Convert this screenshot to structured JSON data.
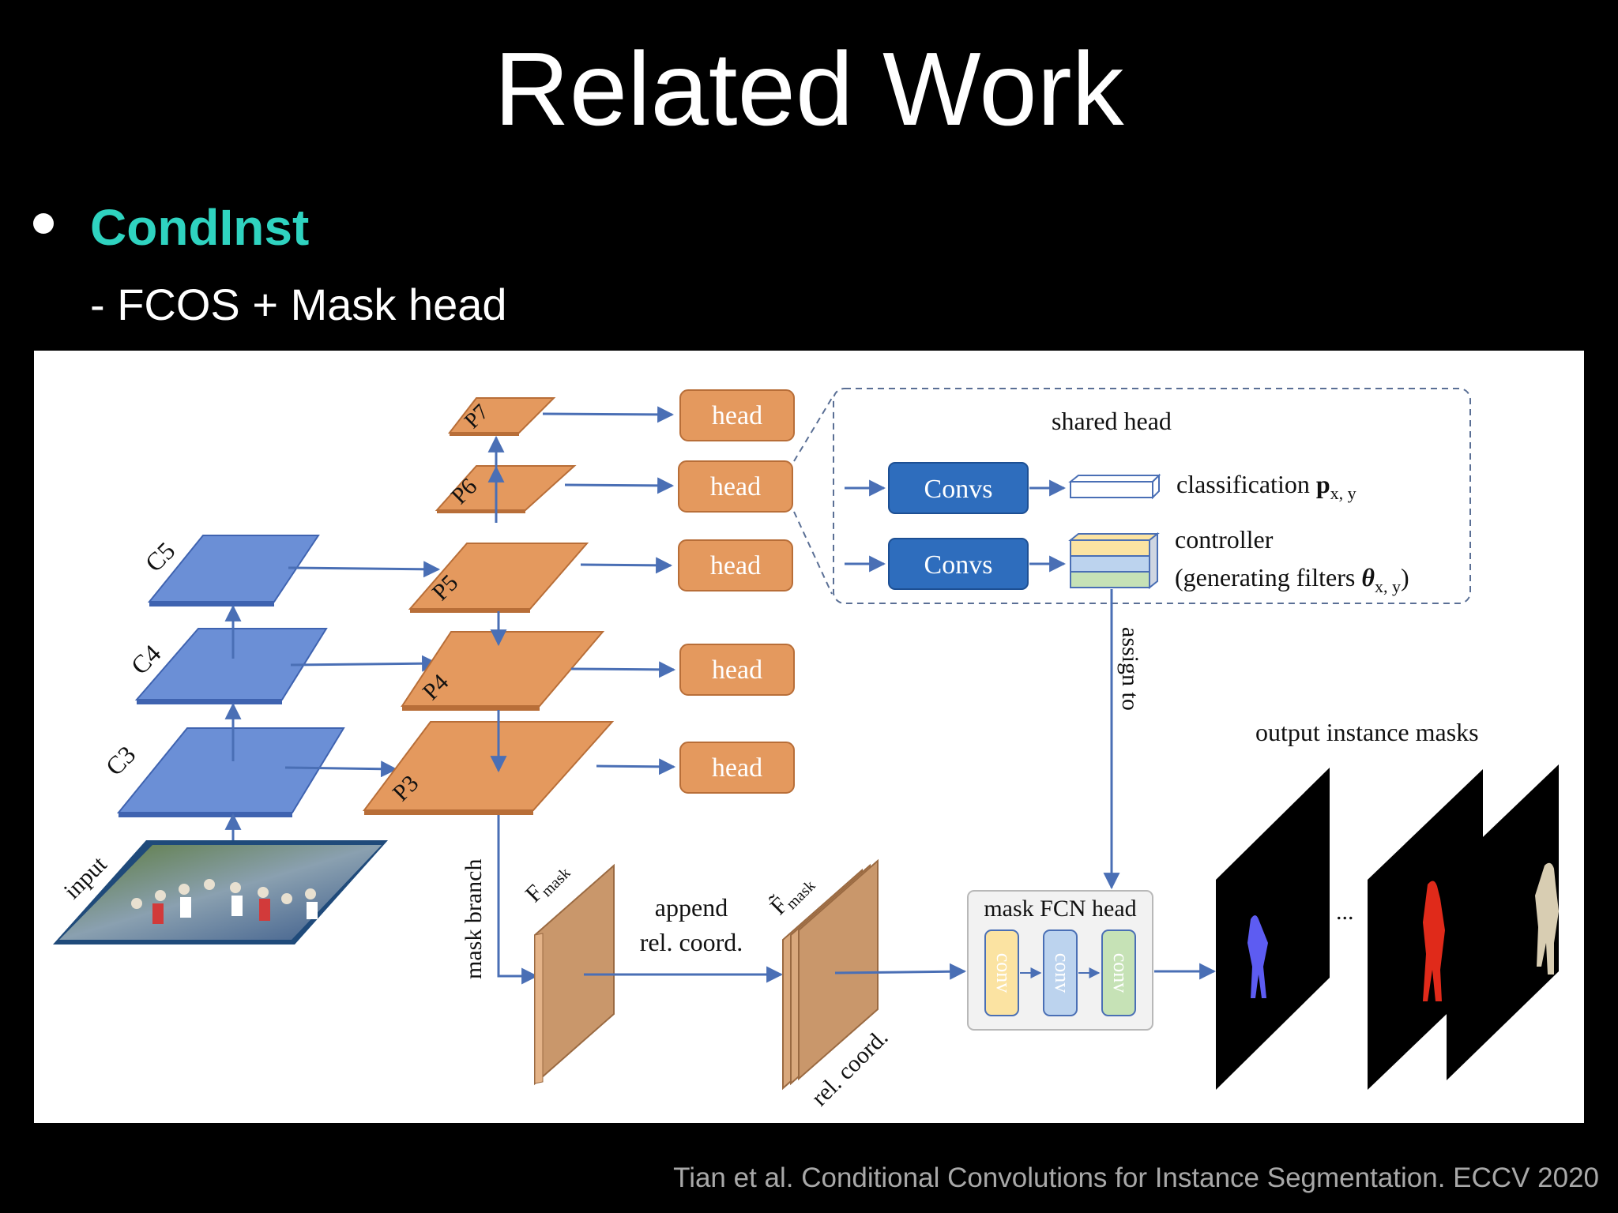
{
  "slide": {
    "title": "Related Work",
    "bullet": "CondInst",
    "subtitle": "- FCOS + Mask head",
    "citation": "Tian et al. Conditional Convolutions for Instance Segmentation. ECCV 2020"
  },
  "diagram": {
    "backbone": {
      "c3": "C3",
      "c4": "C4",
      "c5": "C5"
    },
    "fpn": {
      "p3": "P3",
      "p4": "P4",
      "p5": "P5",
      "p6": "P6",
      "p7": "P7"
    },
    "input_label": "input",
    "head_label": "head",
    "shared_head": {
      "title": "shared head",
      "convs_label": "Convs",
      "classification_label": "classification",
      "classification_symbol": "p",
      "classification_sub": "x, y",
      "controller_label": "controller",
      "controller_desc_prefix": "(generating filters ",
      "controller_symbol": "θ",
      "controller_sub": "x, y",
      "controller_desc_suffix": ")"
    },
    "assign_label": "assign to",
    "mask_branch_label": "mask branch",
    "fmask_letter": "F",
    "fmask_sub": "mask",
    "fmask_tilde_letter": "F̃",
    "append_line1": "append",
    "append_line2": "rel. coord.",
    "rel_coord_label": "rel. coord.",
    "mask_fcn_head_label": "mask FCN head",
    "conv_label": "conv",
    "output_label": "output instance masks",
    "ellipsis": "..."
  },
  "colors": {
    "accent": "#2fd3c0",
    "backbone_blue": "#6b8fd6",
    "fpn_orange": "#e4995e",
    "convs_blue": "#2e6dbd",
    "arrow": "#4a6fb5",
    "fmask_brown": "#c9976b"
  }
}
